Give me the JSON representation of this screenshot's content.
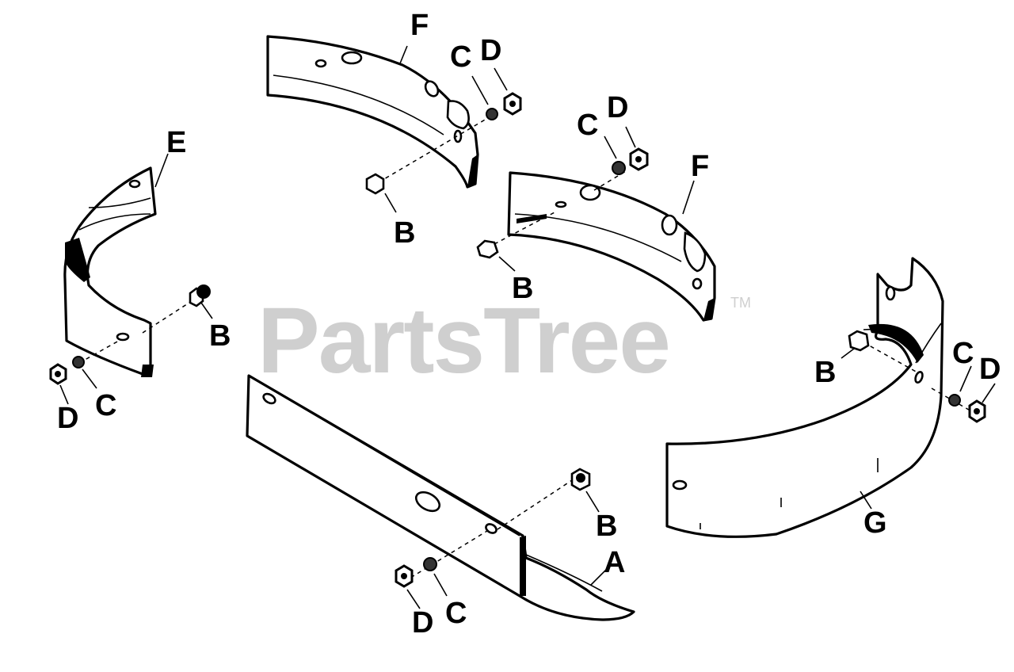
{
  "watermark": {
    "text": "PartsTree",
    "trademark": "TM",
    "color": "#cfcfcf"
  },
  "callouts": {
    "f_top": "F",
    "c_top": "C",
    "d_top": "D",
    "b_top": "B",
    "c_mid": "C",
    "d_mid": "D",
    "f_mid": "F",
    "b_mid": "B",
    "e_left": "E",
    "b_left": "B",
    "c_left": "C",
    "d_left": "D",
    "b_right": "B",
    "c_right": "C",
    "d_right": "D",
    "g_right": "G",
    "b_bottom": "B",
    "a_bottom": "A",
    "c_bottom": "C",
    "d_bottom": "D"
  }
}
